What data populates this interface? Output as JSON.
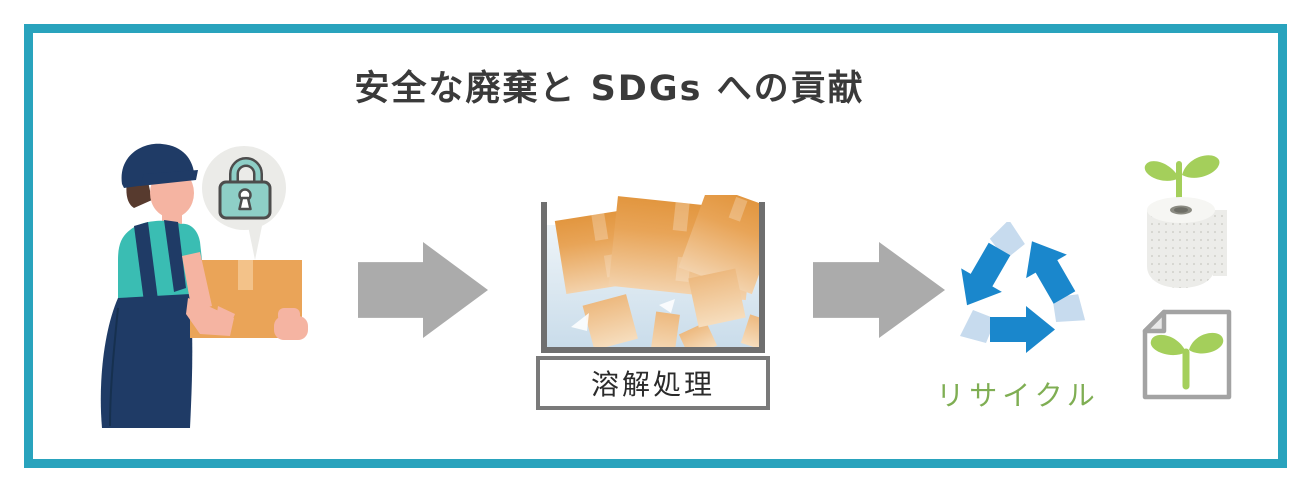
{
  "title": "安全な廃棄と SDGs への貢献",
  "process": {
    "step_collection": {
      "icon": "worker-carrying-sealed-box",
      "badge_icon": "padlock-speech-bubble"
    },
    "step_dissolution": {
      "label": "溶解処理",
      "icon": "dissolving-tank"
    },
    "step_recycle": {
      "label": "リサイクル",
      "icon": "recycle-arrows"
    },
    "outputs": {
      "icons": [
        "toilet-paper-roll-with-sprout",
        "recycled-paper-with-sprout"
      ]
    }
  },
  "colors": {
    "frame_teal": "#29a3bd",
    "title_text": "#3a3a3a",
    "arrow_gray": "#ababab",
    "box_orange": "#eaa458",
    "tank_wall_gray": "#6f6f6f",
    "water_blue": "#c9dcea",
    "recycle_blue_dark": "#1a87cc",
    "recycle_blue_light": "#c7dbee",
    "recycle_text_green": "#7fae53",
    "sprout_green": "#a4cf5b",
    "lock_teal": "#8ecfc7",
    "uniform_navy": "#1f3b66",
    "shirt_teal": "#3abdb3",
    "skin": "#f5b4a2"
  }
}
